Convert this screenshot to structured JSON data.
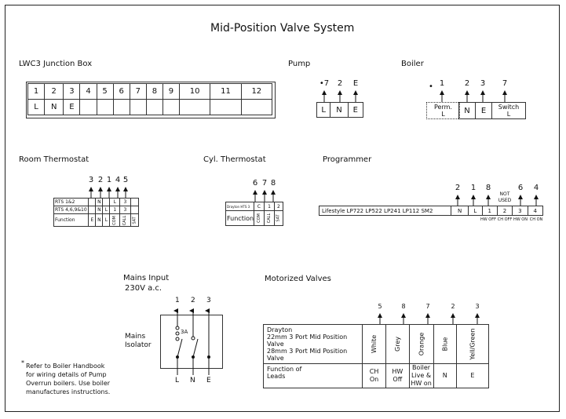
{
  "title": "Mid-Position Valve System",
  "junction_box": {
    "label": "LWC3 Junction Box",
    "terminals": [
      "1",
      "2",
      "3",
      "4",
      "5",
      "6",
      "7",
      "8",
      "9",
      "10",
      "11",
      "12"
    ],
    "functions": [
      "L",
      "N",
      "E",
      "",
      "",
      "",
      "",
      "",
      "",
      "",
      "",
      ""
    ]
  },
  "pump": {
    "label": "Pump",
    "wires": [
      "•7",
      "2",
      "E"
    ],
    "terminals": [
      "L",
      "N",
      "E"
    ]
  },
  "boiler": {
    "label": "Boiler",
    "asterisk": "•",
    "wires": [
      "1",
      "2",
      "3",
      "7"
    ],
    "terminals": [
      {
        "line1": "Perm.",
        "line2": "L"
      },
      {
        "line1": "N",
        "line2": ""
      },
      {
        "line1": "E",
        "line2": ""
      },
      {
        "line1": "Switch",
        "line2": "L"
      }
    ]
  },
  "room_thermostat": {
    "label": "Room Thermostat",
    "wires": [
      "3",
      "2",
      "1",
      "4",
      "5"
    ],
    "rows": [
      {
        "name": "RTS 1&2",
        "cells": [
          "",
          "N",
          "",
          "L",
          "3",
          ""
        ]
      },
      {
        "name": "RTS 4,6,9&10",
        "cells": [
          "",
          "N",
          "L",
          "1",
          "3",
          ""
        ]
      },
      {
        "name": "Function",
        "cells": [
          "E",
          "N",
          "L",
          "COM",
          "CALL",
          "SAT"
        ]
      }
    ]
  },
  "cyl_thermostat": {
    "label": "Cyl. Thermostat",
    "wires": [
      "6",
      "7",
      "8"
    ],
    "rows": [
      {
        "name": "Drayton HTS 3",
        "cells": [
          "C",
          "1",
          "2"
        ]
      },
      {
        "name": "Function",
        "cells": [
          "COM",
          "CALL",
          "SAT"
        ]
      }
    ]
  },
  "programmer": {
    "label": "Programmer",
    "model": "Lifestyle LP722 LP522 LP241 LP112 SM2",
    "wires": [
      "2",
      "1",
      "8",
      "NOT USED",
      "6",
      "4"
    ],
    "terminals": [
      "N",
      "L",
      "1",
      "2",
      "3",
      "4"
    ],
    "functions": [
      "",
      "",
      "HW OFF",
      "CH OFF",
      "HW ON",
      "CH ON"
    ]
  },
  "mains": {
    "label_line1": "Mains Input",
    "label_line2": "230V a.c.",
    "isolator_line1": "Mains",
    "isolator_line2": "Isolator",
    "fuse": "3A",
    "top": [
      "1",
      "2",
      "3"
    ],
    "bottom": [
      "L",
      "N",
      "E"
    ]
  },
  "motorized_valves": {
    "label": "Motorized Valves",
    "wires": [
      "5",
      "8",
      "7",
      "2",
      "3"
    ],
    "description": [
      "Drayton",
      "22mm 3 Port Mid Position Valve",
      "28mm 3 Port Mid Position Valve"
    ],
    "colors": [
      "White",
      "Grey",
      "Orange",
      "Blue",
      "Yell/Green"
    ],
    "function_label": [
      "Function of",
      "Leads"
    ],
    "functions": [
      [
        "CH",
        "On"
      ],
      [
        "HW",
        "Off"
      ],
      [
        "Boiler",
        "Live &",
        "HW on"
      ],
      [
        "N"
      ],
      [
        "E"
      ]
    ]
  },
  "footnote": {
    "asterisk": "*",
    "lines": [
      "Refer to Boiler Handbook",
      "for wiring details of Pump",
      "Overrun boilers. Use boiler",
      "manufactures instructions."
    ]
  }
}
